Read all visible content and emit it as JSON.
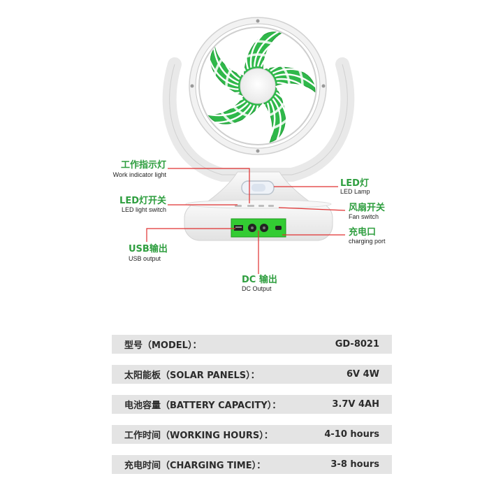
{
  "callouts": {
    "work_indicator": {
      "cn": "工作指示灯",
      "en": "Work indicator light"
    },
    "led_switch": {
      "cn": "LED灯开关",
      "en": "LED light switch"
    },
    "usb_output": {
      "cn": "USB输出",
      "en": "USB output"
    },
    "dc_output": {
      "cn": "DC 输出",
      "en": "DC Output"
    },
    "led_lamp": {
      "cn": "LED灯",
      "en": "LED Lamp"
    },
    "fan_switch": {
      "cn": "风扇开关",
      "en": "Fan switch"
    },
    "charging_port": {
      "cn": "充电口",
      "en": "charging port"
    }
  },
  "specs": [
    {
      "label": "型号（MODEL）：",
      "value": "GD-8021"
    },
    {
      "label": "太阳能板（SOLAR PANELS）：",
      "value": "6V 4W"
    },
    {
      "label": "电池容量（BATTERY CAPACITY）：",
      "value": "3.7V 4AH"
    },
    {
      "label": "工作时间（WORKING HOURS）：",
      "value": "4-10 hours"
    },
    {
      "label": "充电时间（CHARGING TIME）：",
      "value": "3-8 hours"
    }
  ],
  "colors": {
    "accent_green": "#2e9e3f",
    "fan_blade_green": "#2fb84a",
    "leader_red": "#e03030",
    "panel_green": "#33cc33",
    "spec_bg": "#e4e4e4"
  }
}
